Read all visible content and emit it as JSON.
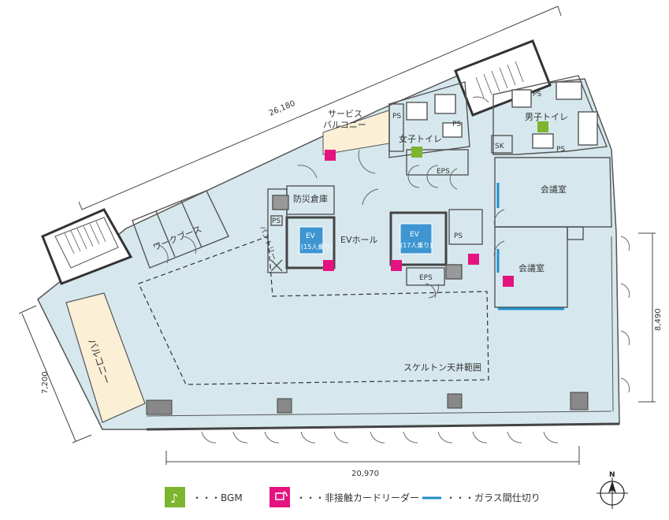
{
  "dimensions": {
    "top": "26,180",
    "left": "7,200",
    "right": "8,490",
    "bottom": "20,970"
  },
  "rooms": {
    "service_balcony_1": "サービス",
    "service_balcony_2": "バルコニー",
    "womens_toilet": "女子トイレ",
    "mens_toilet": "男子トイレ",
    "eps_top": "EPS",
    "eps_bottom": "EPS",
    "ps_1": "PS",
    "ps_2": "PS",
    "ps_3": "PS",
    "ps_4": "PS",
    "ps_5": "PS",
    "ps_6": "PS",
    "sk": "SK",
    "meeting_room_1": "会議室",
    "meeting_room_2": "会議室",
    "disaster_storage": "防災倉庫",
    "pantry": "パントリー",
    "work_booth": "ワークブース",
    "ev_hall": "EVホール",
    "ev1_label": "EV",
    "ev1_cap": "(15人乗り)",
    "ev2_label": "EV",
    "ev2_cap": "(17人乗り)",
    "skeleton": "スケルトン天井範囲",
    "balcony": "バルコニー"
  },
  "legend": {
    "bgm": "・・・BGM",
    "card": "・・・非接触カードリーダー",
    "glass": "・・・ガラス間仕切り"
  },
  "compass": {
    "north": "N"
  },
  "colors": {
    "floor": "#d6e8ee",
    "balcony": "#fbefd6",
    "bgm_icon": "#7db52e",
    "card_icon": "#e4137f",
    "glass_line": "#1e8fc9",
    "ev_box": "#3d96d2"
  }
}
